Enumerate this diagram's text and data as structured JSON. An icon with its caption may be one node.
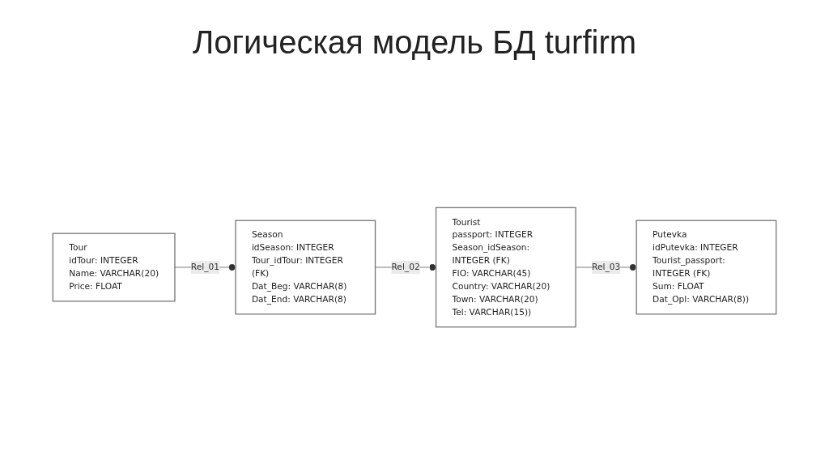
{
  "diagram": {
    "title": "Логическая модель БД turfirm",
    "nodes": [
      {
        "text": [
          "Tour",
          "idTour: INTEGER",
          "Name: VARCHAR(20)",
          "Price: FLOAT"
        ]
      },
      {
        "text": [
          "Season",
          "idSeason: INTEGER",
          "Tour_idTour: INTEGER (FK)",
          "Dat_Beg: VARCHAR(8)",
          "Dat_End: VARCHAR(8)"
        ]
      },
      {
        "text": [
          "Tourist",
          "passport: INTEGER",
          "Season_idSeason: INTEGER (FK)",
          "FIO: VARCHAR(45)",
          "Country: VARCHAR(20)",
          "Town: VARCHAR(20)",
          "Tel: VARCHAR(15))"
        ]
      },
      {
        "text": [
          "Putevka",
          "idPutevka: INTEGER",
          "Tourist_passport: INTEGER (FK)",
          "Sum: FLOAT",
          "Dat_Opl: VARCHAR(8))"
        ]
      }
    ],
    "edges": [
      {
        "from": 0,
        "to": 1,
        "arrow": "other",
        "label": "Rel_01"
      },
      {
        "from": 1,
        "to": 2,
        "arrow": "other",
        "label": "Rel_02"
      },
      {
        "from": 2,
        "to": 3,
        "arrow": "other",
        "label": "Rel_03"
      }
    ]
  }
}
